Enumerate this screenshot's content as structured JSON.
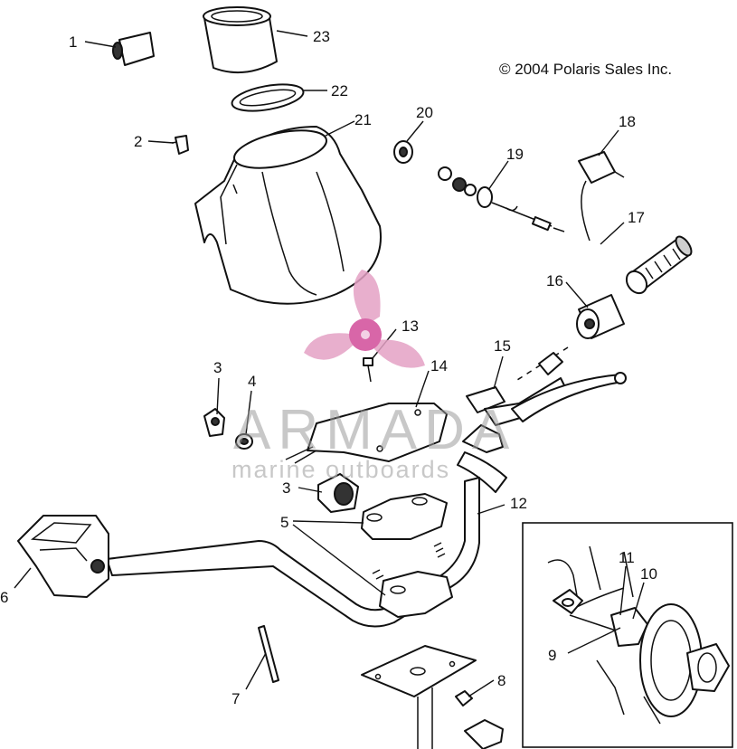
{
  "copyright": "© 2004 Polaris Sales Inc.",
  "watermark": {
    "brand": "ARMADA",
    "tagline": "marine outboards",
    "logo_icon": "propeller-icon",
    "logo_color": "#e4a1c4",
    "hub_color": "#d866a8"
  },
  "callouts": {
    "c1": "1",
    "c2": "2",
    "c3a": "3",
    "c3b": "3",
    "c4": "4",
    "c5": "5",
    "c6": "6",
    "c7": "7",
    "c8": "8",
    "c9": "9",
    "c10": "10",
    "c11": "11",
    "c12": "12",
    "c13": "13",
    "c14": "14",
    "c15": "15",
    "c16": "16",
    "c17": "17",
    "c18": "18",
    "c19": "19",
    "c20": "20",
    "c21": "21",
    "c22": "22",
    "c23": "23"
  }
}
